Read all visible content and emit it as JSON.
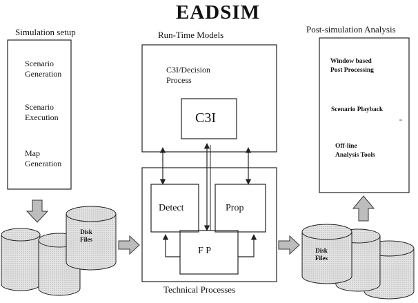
{
  "title": "EADSIM",
  "sections": {
    "setup": {
      "header": "Simulation setup",
      "items": [
        [
          "Scenario",
          "Generation"
        ],
        [
          "Scenario",
          "Execution"
        ],
        [
          "Map",
          "Generation"
        ]
      ]
    },
    "runtime": {
      "header": "Run-Time Models",
      "process_lines": [
        "C3I/Decision",
        "Process"
      ],
      "c3i": "C3I"
    },
    "technical": {
      "footer": "Technical Processes",
      "detect": "Detect",
      "prop": "Prop",
      "fp": "F P"
    },
    "post": {
      "header": "Post-simulation Analysis",
      "items": [
        [
          "Window based",
          "Post Processing"
        ],
        [
          "Scenario Playback"
        ],
        [
          "Off-line",
          "Analysis Tools"
        ]
      ]
    }
  },
  "disks": {
    "left_lines": [
      "Disk",
      "Files"
    ],
    "right_lines": [
      "Disk",
      "Files"
    ]
  },
  "colors": {
    "stroke": "#222222",
    "disk_fill": "#dcdcdc",
    "arrow_fill": "#bdbdbd",
    "background": "#ffffff"
  }
}
